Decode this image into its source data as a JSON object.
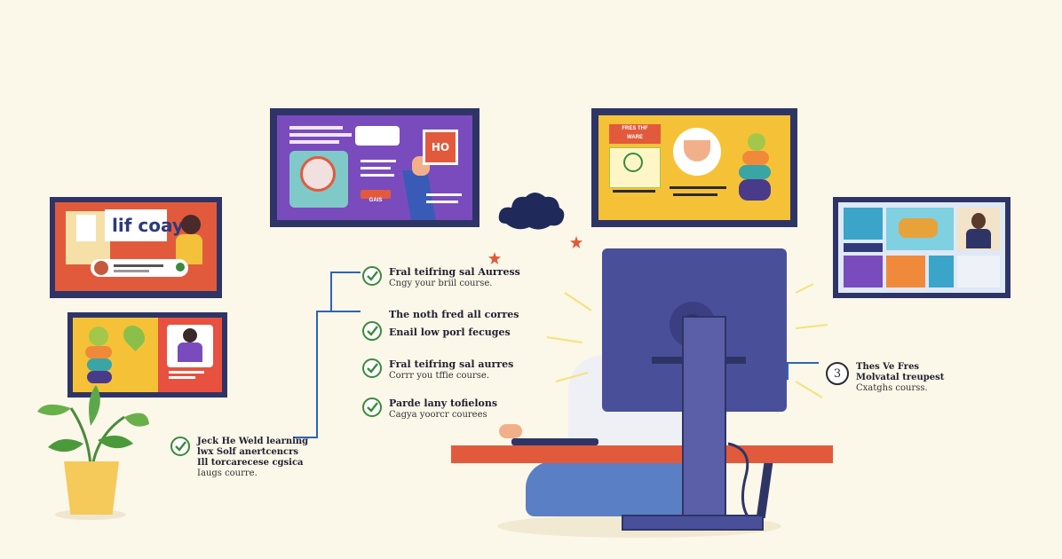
{
  "panels": {
    "left_top": {
      "headline": "lif coay"
    },
    "center_top": {
      "badge": "HO",
      "button": "GAIS"
    },
    "right_top": {
      "tag_line1": "FRES THF",
      "tag_line2": "WARE"
    }
  },
  "checklist": [
    {
      "title": "Fral teifring sal Aurress",
      "sub": "Cngy your briil course."
    },
    {
      "title": "The noth fred all corres",
      "sub": ""
    },
    {
      "title": "Enail low porl fecuges",
      "sub": ""
    },
    {
      "title": "Fral teifring sal aurres",
      "sub": "Corrr you tffie course."
    },
    {
      "title": "Parde lany tofielons",
      "sub": "Cagya yoorcr courees"
    }
  ],
  "left_callout": {
    "line1": "Jeck He Weld learning",
    "line2": "lwx Solf anertcencrs",
    "line3": "Ill torcarecese cgsica",
    "line4": "Iaugs courre."
  },
  "right_callout": {
    "number": "3",
    "line1": "Thes Ve Fres",
    "line2": "Molvatal treupest",
    "line3": "Cxatghs courss."
  },
  "colors": {
    "background": "#fbf7e9",
    "panel_frame": "#2e3566",
    "accent_red": "#e0533a",
    "accent_yellow": "#f5c237",
    "accent_purple": "#7a4bbd",
    "check_green": "#3a8a3a",
    "connector_blue": "#2d63b8"
  }
}
